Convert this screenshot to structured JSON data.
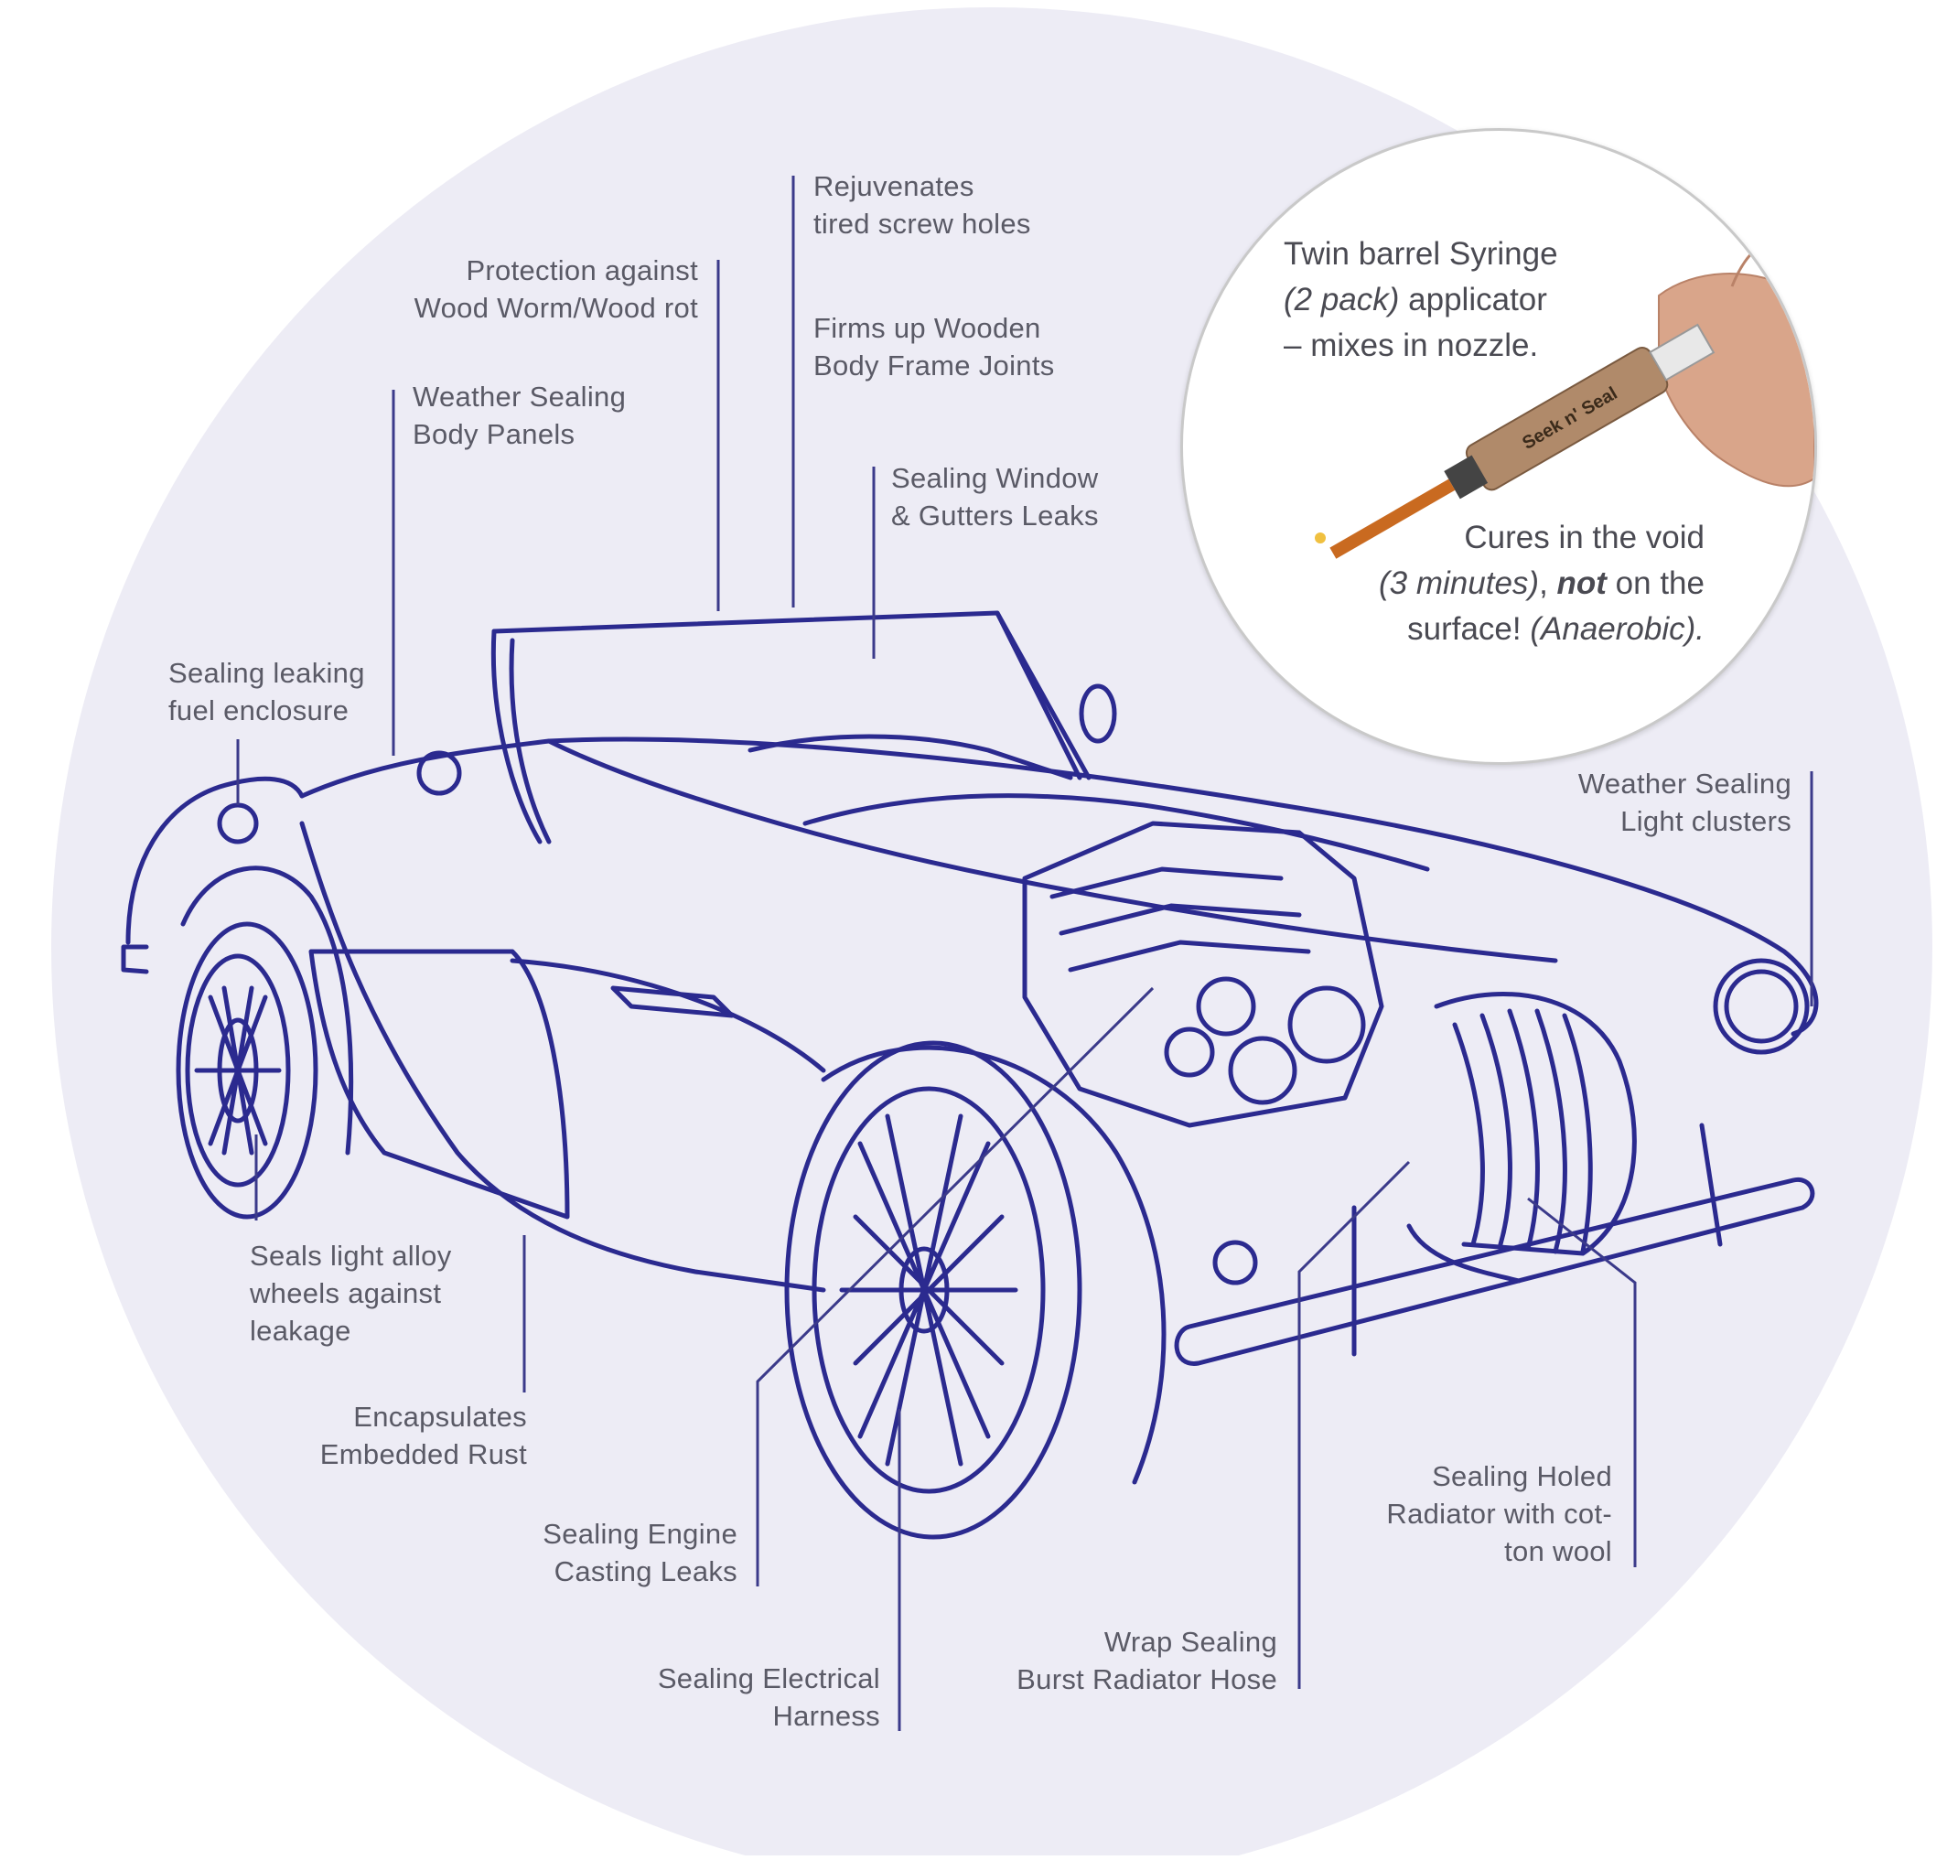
{
  "colors": {
    "background_circle": "#edecf5",
    "car_line": "#2b2a8f",
    "leader_line": "#3b3a8a",
    "label_text": "#5a5a66"
  },
  "labels": {
    "rejuvenates": [
      "Rejuvenates",
      "tired screw holes"
    ],
    "protection": [
      "Protection against",
      "Wood Worm/Wood rot"
    ],
    "firms_up": [
      "Firms up Wooden",
      "Body Frame Joints"
    ],
    "weather_body": [
      "Weather Sealing",
      "Body Panels"
    ],
    "window_gutters": [
      "Sealing Window",
      "& Gutters Leaks"
    ],
    "fuel_enclosure": [
      "Sealing leaking",
      "fuel enclosure"
    ],
    "light_clusters": [
      "Weather Sealing",
      "Light clusters"
    ],
    "alloy_wheels": [
      "Seals light alloy",
      "wheels against",
      "leakage"
    ],
    "embedded_rust": [
      "Encapsulates",
      "Embedded Rust"
    ],
    "engine_casting": [
      "Sealing Engine",
      "Casting Leaks"
    ],
    "electrical_harness": [
      "Sealing Electrical",
      "Harness"
    ],
    "radiator_hose": [
      "Wrap Sealing",
      "Burst Radiator Hose"
    ],
    "holed_radiator": [
      "Sealing Holed",
      "Radiator with cot-",
      "ton wool"
    ]
  },
  "inset": {
    "syringe_line1": "Twin barrel Syringe",
    "syringe_line2_italic": "(2 pack)",
    "syringe_line2_rest": " applicator",
    "syringe_line3": "– mixes in nozzle.",
    "cures_line1": "Cures in the void",
    "cures_line2_italic": "(3 minutes)",
    "cures_line2_mid": ", ",
    "cures_line2_bold": "not",
    "cures_line2_end": " on the",
    "cures_line3_start": "surface! ",
    "cures_line3_italic": "(Anaerobic).",
    "syringe_brand": "Seek n' Seal"
  }
}
